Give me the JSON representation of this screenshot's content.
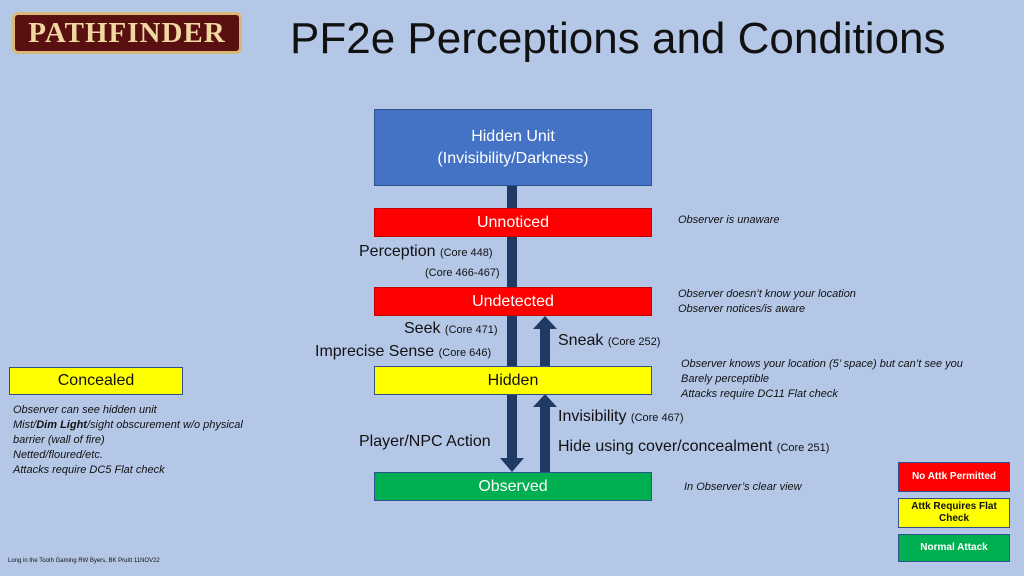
{
  "header": {
    "logo_text": "PATHFINDER",
    "title": "PF2e Perceptions and Conditions"
  },
  "states": {
    "hidden_unit": {
      "line1": "Hidden Unit",
      "line2": "(Invisibility/Darkness)"
    },
    "unnoticed": "Unnoticed",
    "undetected": "Undetected",
    "hidden": "Hidden",
    "observed": "Observed"
  },
  "notes": {
    "unnoticed": [
      "Observer is unaware"
    ],
    "undetected": [
      "Observer doesn’t know your location",
      "Observer notices/is aware"
    ],
    "hidden": [
      "Observer knows your location (5’ space) but can’t see you",
      "Barely perceptible",
      "Attacks require DC11 Flat check"
    ],
    "observed": [
      "In Observer’s clear view"
    ]
  },
  "transitions": {
    "perception": {
      "label": "Perception",
      "ref": "(Core 448)",
      "ref2": "(Core 466-467)"
    },
    "seek": {
      "label": "Seek",
      "ref": "(Core 471)"
    },
    "imprecise": {
      "label": "Imprecise Sense",
      "ref": "(Core 646)"
    },
    "sneak": {
      "label": "Sneak",
      "ref": "(Core 252)"
    },
    "player_action": {
      "label": "Player/NPC Action"
    },
    "invisibility": {
      "label": "Invisibility",
      "ref": "(Core 467)"
    },
    "hide": {
      "label": "Hide using cover/concealment",
      "ref": "(Core 251)"
    }
  },
  "concealed": {
    "label": "Concealed",
    "notes": [
      "Observer can see hidden unit",
      "Mist/|Dim Light|/sight obscurement w/o physical",
      "barrier (wall of fire)",
      "Netted/floured/etc.",
      "Attacks require DC5 Flat check"
    ]
  },
  "legend": [
    {
      "label": "No Attk Permitted",
      "color": "#ff0000"
    },
    {
      "label": "Attk Requires Flat Check",
      "color": "#ffff00"
    },
    {
      "label": "Normal Attack",
      "color": "#00b050"
    }
  ],
  "footer": "Long in the Tooth Gaming RW Byers, BK Pruitt 11NOV22"
}
